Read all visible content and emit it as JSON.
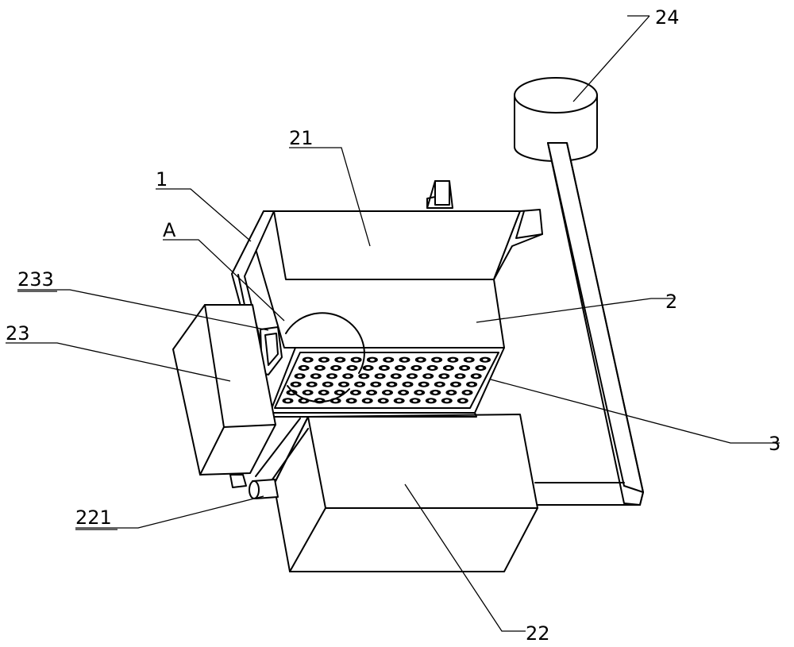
{
  "figure": {
    "labels": {
      "l1": "1",
      "l2": "2",
      "l3": "3",
      "l21": "21",
      "l22": "22",
      "l23": "23",
      "l24": "24",
      "l221": "221",
      "l233": "233",
      "lA": "A"
    },
    "line_color": "#000000",
    "background": "#ffffff"
  }
}
